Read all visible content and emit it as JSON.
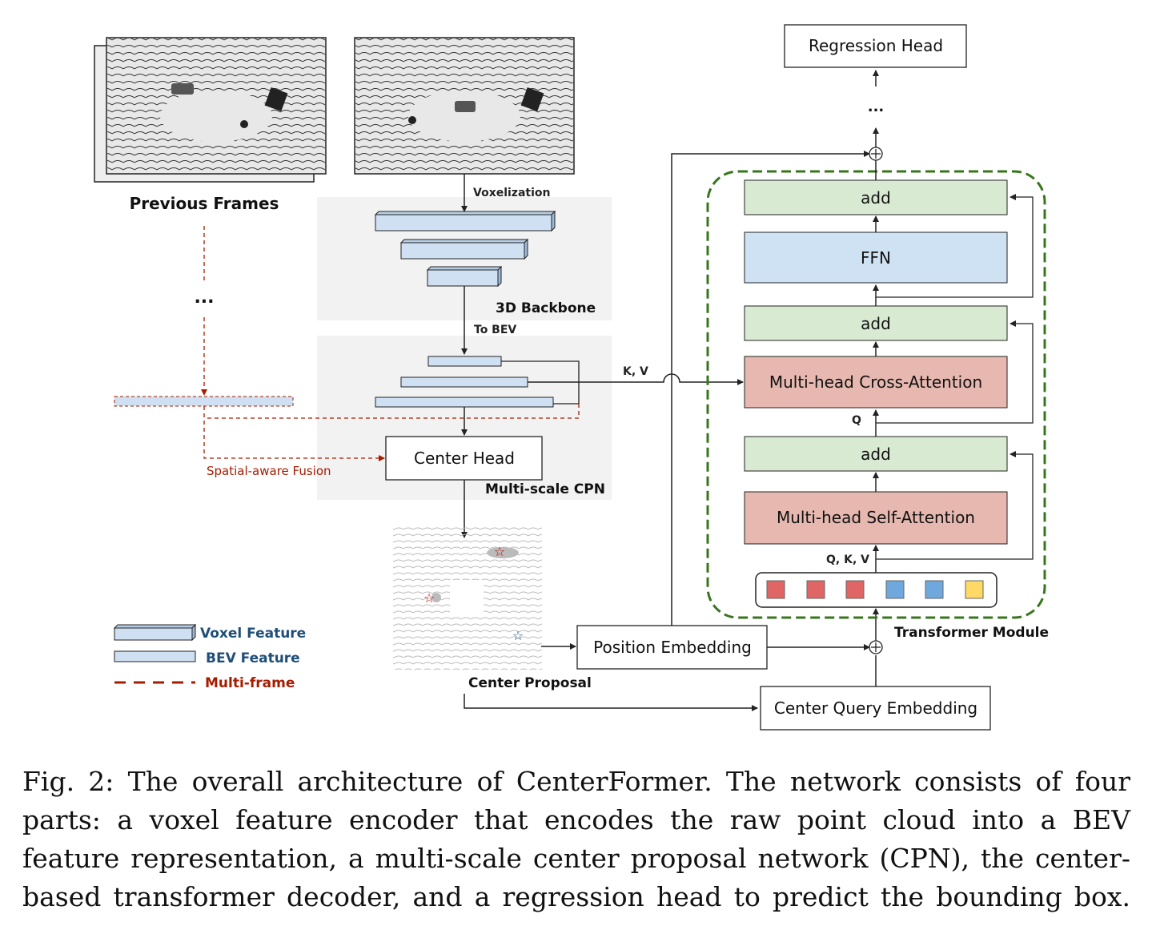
{
  "labels": {
    "previous_frames": "Previous Frames",
    "ellipsis": "...",
    "voxelization": "Voxelization",
    "backbone_3d": "3D Backbone",
    "to_bev": "To BEV",
    "kv": "K, V",
    "center_head": "Center Head",
    "multiscale_cpn": "Multi-scale CPN",
    "spatial_fusion": "Spatial-aware Fusion",
    "center_proposal": "Center Proposal",
    "position_embedding": "Position Embedding",
    "center_query_embedding": "Center Query Embedding",
    "regression_head": "Regression Head",
    "top_dots": "...",
    "add_top": "add",
    "ffn": "FFN",
    "add_mid": "add",
    "cross_attention": "Multi-head Cross-Attention",
    "q": "Q",
    "add_bottom": "add",
    "self_attention": "Multi-head Self-Attention",
    "qkv": "Q, K,  V",
    "transformer_module": "Transformer Module"
  },
  "legend": {
    "voxel_feature": "Voxel Feature",
    "bev_feature": "BEV Feature",
    "multi_frame": "Multi-frame"
  },
  "colors": {
    "feature_fill": "#cfe0f3",
    "add_fill": "#d9ead3",
    "ffn_fill": "#cfe2f3",
    "attention_fill": "#e6b8af",
    "gray_panel": "#f2f2f2",
    "legend_blue": "#1f4e79",
    "dark_red": "#a61c00",
    "green_border": "#38761d"
  },
  "query_tokens": [
    "red",
    "red",
    "red",
    "blue",
    "blue",
    "yellow"
  ],
  "caption": {
    "line1": "Fig. 2: The overall architecture of CenterFormer. The network consists of four",
    "line2": "parts: a voxel feature encoder that encodes the raw point cloud into a BEV",
    "line3": "feature representation, a multi-scale center proposal network (CPN), the center-",
    "line4": "based transformer decoder, and a regression head to predict the bounding box."
  }
}
